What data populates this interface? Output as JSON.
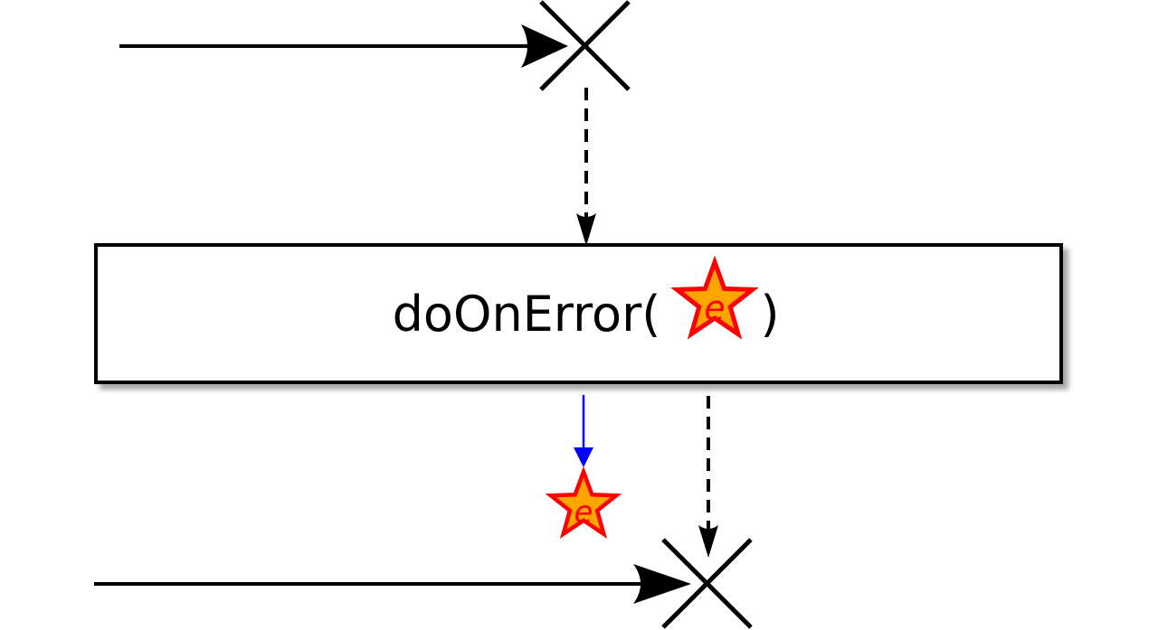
{
  "operator": {
    "name": "doOnError",
    "open_paren": "(",
    "close_paren": ")",
    "error_symbol": "e"
  },
  "emitted_error": {
    "symbol": "e"
  },
  "colors": {
    "stroke": "#000000",
    "star_fill": "#ffa500",
    "star_stroke": "#ff0000",
    "star_text": "#ff0000",
    "side_effect_arrow": "#0000ff",
    "box_fill": "#ffffff",
    "shadow": "#bbbbbb"
  },
  "icons": {
    "upstream_terminal": "error-x-icon",
    "downstream_terminal": "error-x-icon",
    "error_marker": "star-icon"
  }
}
